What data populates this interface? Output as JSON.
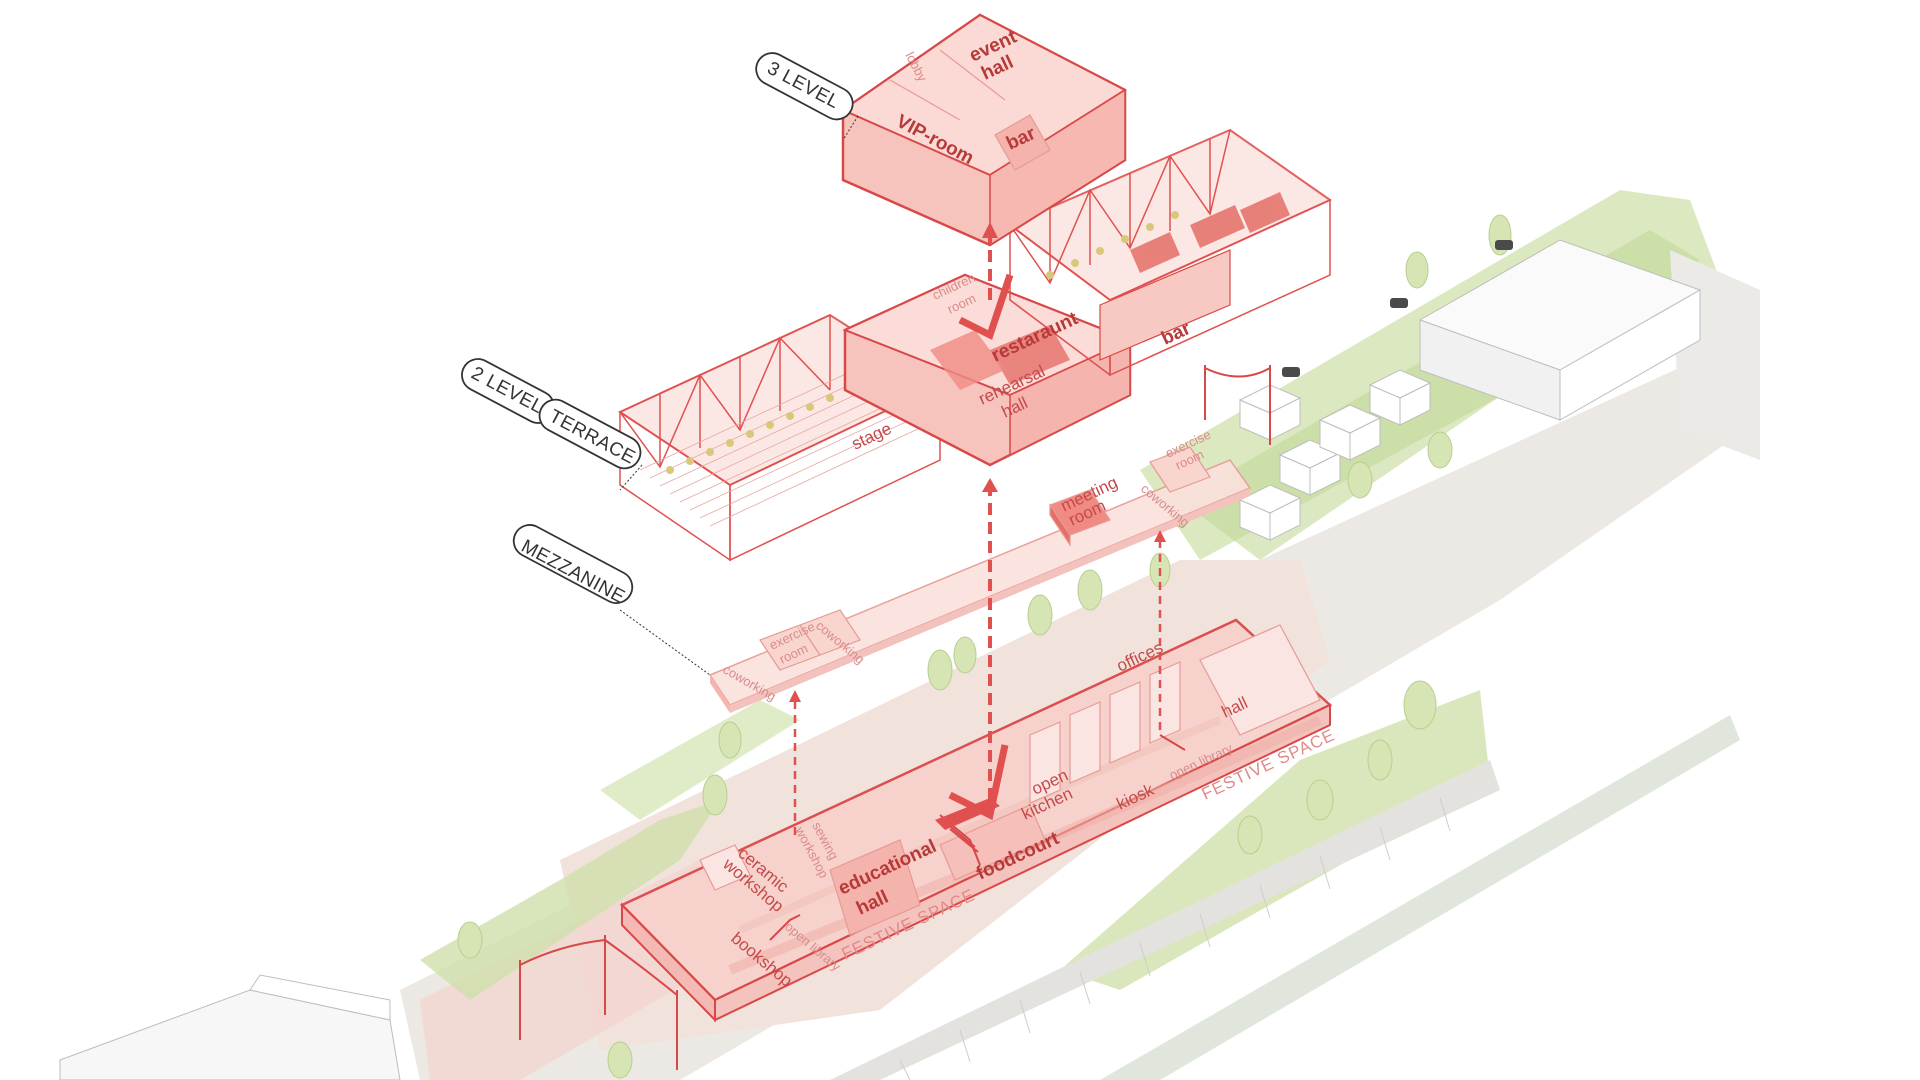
{
  "levels": {
    "level3": "3 LEVEL",
    "level2": "2 LEVEL",
    "terrace": "TERRACE",
    "mezzanine": "MEZZANINE"
  },
  "level3_rooms": {
    "lobby": "lobby",
    "event_hall_1": "event",
    "event_hall_2": "hall",
    "vip_room": "VIP-room",
    "bar": "bar"
  },
  "level2_rooms": {
    "children_room_1": "children",
    "children_room_2": "room",
    "restaurant": "restaraunt",
    "rehearsal_hall_1": "rehearsal",
    "rehearsal_hall_2": "hall",
    "stage": "stage",
    "bar": "bar"
  },
  "mezzanine_rooms": {
    "exercise_room_1": "exercise",
    "exercise_room_2": "room",
    "coworking_1": "coworking",
    "coworking_2": "coworking",
    "meeting_room_1": "meeting",
    "meeting_room_2": "room",
    "exercise_room_b1": "exercise",
    "exercise_room_b2": "room",
    "coworking_b": "coworking"
  },
  "ground_rooms": {
    "offices": "offices",
    "hall": "hall",
    "open_kitchen_1": "open",
    "open_kitchen_2": "kitchen",
    "kiosk": "kiosk",
    "open_library_1": "open library",
    "festive_space_1": "FESTIVE SPACE",
    "festive_space_2": "FESTIVE SPACE",
    "sewing_workshop_1": "sewing",
    "sewing_workshop_2": "workshop",
    "ceramic_workshop_1": "ceramic",
    "ceramic_workshop_2": "workshop",
    "educational_hall_1": "educational",
    "educational_hall_2": "hall",
    "foodcourt": "foodcourt",
    "bookshop": "bookshop",
    "open_library_2": "open library"
  },
  "colors": {
    "accent_red": "#e0504f",
    "pink_fill": "#f7c9c4",
    "pink_light": "#fbe3e0",
    "green": "#cfe0ab",
    "green_dark": "#a9c77c",
    "ground": "#eeebe6",
    "line_dark": "#333333"
  }
}
